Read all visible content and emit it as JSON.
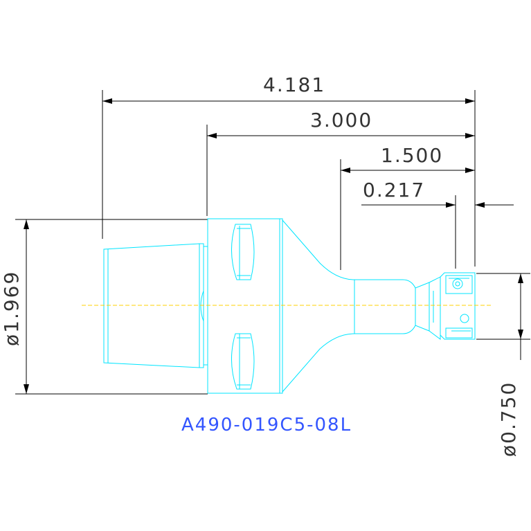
{
  "dimensions": {
    "overall_length": "4.181",
    "gauge_length": "3.000",
    "neck_length": "1.500",
    "insert_offset": "0.217",
    "flange_diameter": "ø1.969",
    "cut_diameter": "ø0.750"
  },
  "part_number": "A490-019C5-08L",
  "colors": {
    "outline": "#00e5ff",
    "centerline": "#ffd000",
    "dimension": "#000000",
    "part_number": "#3355ff"
  }
}
